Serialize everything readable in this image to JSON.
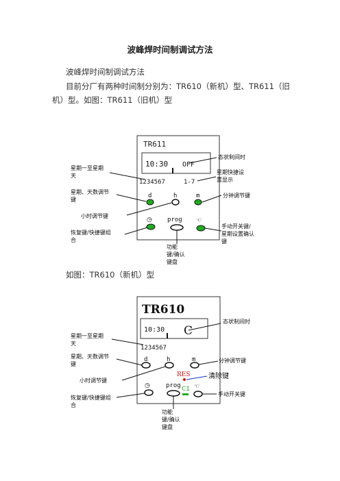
{
  "doc": {
    "title": "波峰焊时间制调试方法",
    "para1": "波峰焊时间制调试方法",
    "para2_line1": "目前分厂有两种时间制分别为：TR610（新机）型、TR611（旧",
    "para2_line2": "机）型。如图：TR611（旧机）型",
    "para3": "如图：TR610（新机）型"
  },
  "fig1": {
    "model": "TR611",
    "time": "10:30",
    "state": "OFF",
    "days": "1234567",
    "week_quick": "1-7",
    "btn_d": "d",
    "btn_h": "h",
    "btn_m": "m",
    "btn_prog": "prog",
    "ann_state_1": "态状制间时",
    "ann_days_1": "星期一至星期",
    "ann_days_2": "天",
    "ann_quick_1": "星期快捷设",
    "ann_quick_2": "置显示",
    "ann_d_1": "星期、天数调节",
    "ann_d_2": "键",
    "ann_min": "分钟调节键",
    "ann_hour": "小时调节键",
    "ann_restore_1": "恢复键/快捷键组",
    "ann_restore_2": "合",
    "ann_manual_1": "手动开关键/",
    "ann_manual_2": "星期设置确认",
    "ann_manual_3": "键",
    "ann_func_1": "功能",
    "ann_func_2": "键/确认",
    "ann_func_3": "键盘"
  },
  "fig2": {
    "model": "TR610",
    "time": "10:30",
    "state": "C",
    "days": "1234567",
    "btn_d": "d",
    "btn_h": "h",
    "btn_m": "m",
    "btn_prog": "prog",
    "res": "RES",
    "c1": "C1",
    "ann_state_1": "态状制间时",
    "ann_days_1": "星期一至星期",
    "ann_days_2": "天",
    "ann_d_1": "星期、天数调节",
    "ann_d_2": "键",
    "ann_min": "分钟调节键",
    "ann_hour": "小时调节键",
    "ann_clear": "清除键",
    "ann_restore_1": "恢复键/快捷键组",
    "ann_restore_2": "合",
    "ann_manual": "手动开关键",
    "ann_func_1": "功能",
    "ann_func_2": "键/确认",
    "ann_func_3": "键盘"
  },
  "colors": {
    "green": "#22aa22",
    "red": "#cc1111",
    "blue": "#1133cc"
  }
}
